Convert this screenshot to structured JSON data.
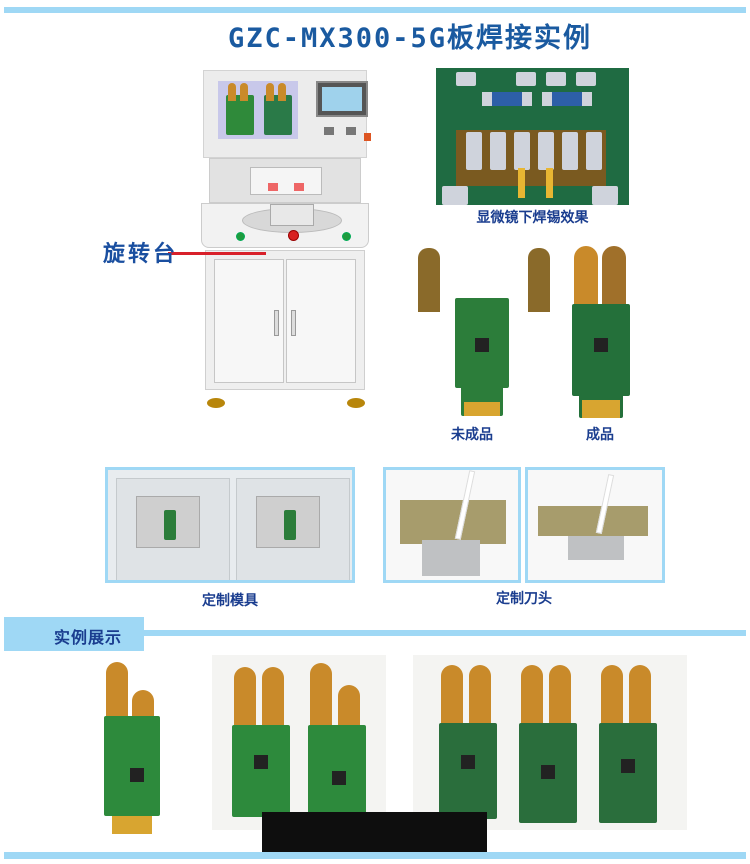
{
  "page": {
    "title": "GZC-MX300-5G板焊接实例",
    "accent_color": "#9fd8f5",
    "title_color": "#1a5aa0"
  },
  "machine": {
    "callout_label": "旋转台",
    "callout_line_color": "#d8202a"
  },
  "captions": {
    "microscope": "显微镜下焊锡效果",
    "unfinished": "未成品",
    "finished": "成品",
    "custom_fixture": "定制模具",
    "custom_tool_head": "定制刀头"
  },
  "section": {
    "title": "实例展示"
  }
}
